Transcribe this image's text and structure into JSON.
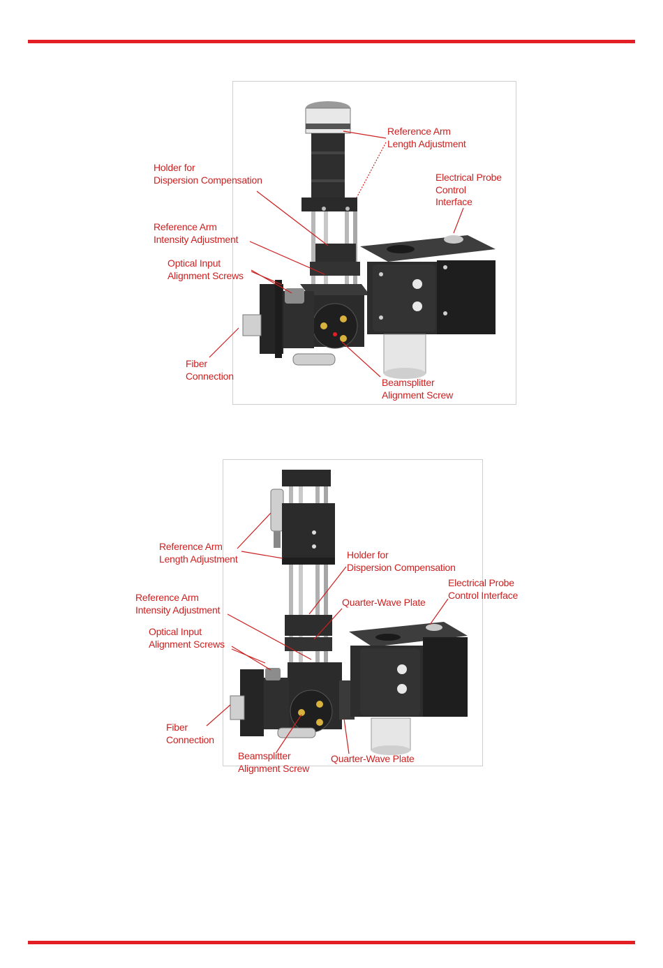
{
  "colors": {
    "accent": "#e31e24",
    "label": "#cc2020",
    "device_dark": "#2a2a2a",
    "device_mid": "#3c3c3c",
    "device_light": "#d9d9d9"
  },
  "figure1": {
    "labels": {
      "ref_arm_length": "Reference Arm\nLength Adjustment",
      "holder_dispersion": "Holder for\nDispersion Compensation",
      "electrical_probe": "Electrical Probe\nControl\nInterface",
      "ref_arm_intensity": "Reference Arm\nIntensity Adjustment",
      "optical_input": "Optical Input\nAlignment Screws",
      "fiber_connection": "Fiber\nConnection",
      "beamsplitter": "Beamsplitter\nAlignment Screw"
    }
  },
  "figure2": {
    "labels": {
      "ref_arm_length": "Reference Arm\nLength Adjustment",
      "holder_dispersion": "Holder for\nDispersion Compensation",
      "electrical_probe": "Electrical Probe\nControl Interface",
      "ref_arm_intensity": "Reference Arm\nIntensity Adjustment",
      "quarter_wave_upper": "Quarter-Wave Plate",
      "optical_input": "Optical Input\nAlignment Screws",
      "fiber_connection": "Fiber\nConnection",
      "beamsplitter": "Beamsplitter\nAlignment Screw",
      "quarter_wave_lower": "Quarter-Wave Plate"
    }
  }
}
